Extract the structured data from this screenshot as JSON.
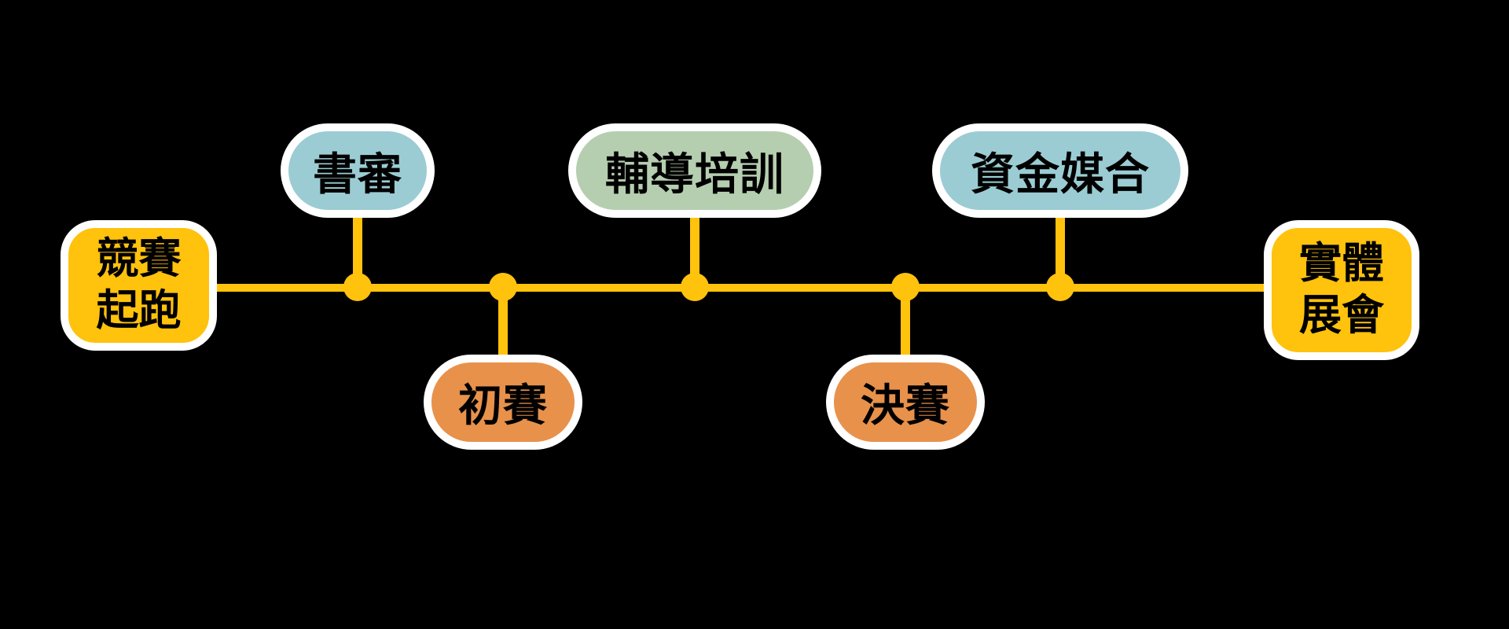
{
  "diagram": {
    "name": "competition-process-timeline",
    "colors": {
      "background": "#000000",
      "line": "#FFC20D",
      "milestone": "#FFC20D",
      "stage_blue": "#9BCCD3",
      "stage_green": "#B5CEB0",
      "stage_orange": "#E8914B",
      "card_border": "#FFFFFF",
      "text": "#000000"
    },
    "nodes": {
      "start": {
        "line1": "競賽",
        "line2": "起跑"
      },
      "review": {
        "label": "書審"
      },
      "preliminary": {
        "label": "初賽"
      },
      "training": {
        "label": "輔導培訓"
      },
      "final": {
        "label": "決賽"
      },
      "funding": {
        "label": "資金媒合"
      },
      "expo": {
        "line1": "實體",
        "line2": "展會"
      }
    },
    "order": "競賽起跑 → 書審 → 初賽 → 輔導培訓 → 決賽 → 資金媒合 → 實體展會"
  }
}
